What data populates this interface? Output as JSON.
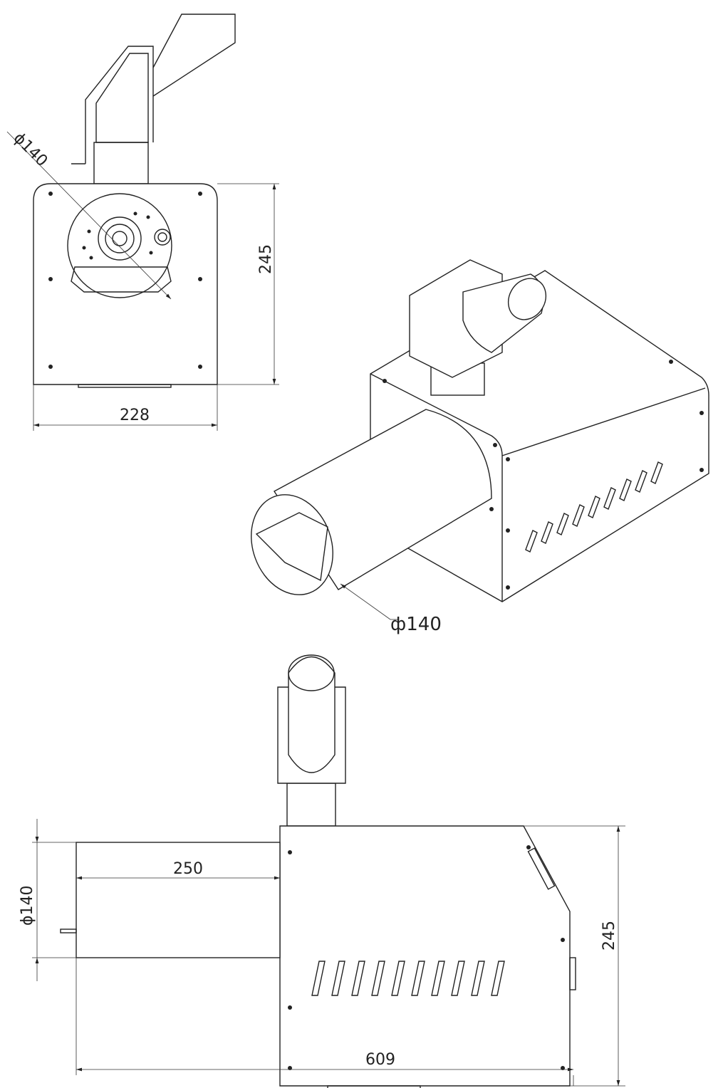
{
  "drawing": {
    "front_view": {
      "diameter_label": "ϕ140",
      "height_label": "245",
      "width_label": "228"
    },
    "iso_view": {
      "diameter_label": "ф140"
    },
    "side_view": {
      "diameter_label": "ϕ140",
      "tube_length_label": "250",
      "height_label": "245",
      "total_length_label": "609"
    }
  }
}
